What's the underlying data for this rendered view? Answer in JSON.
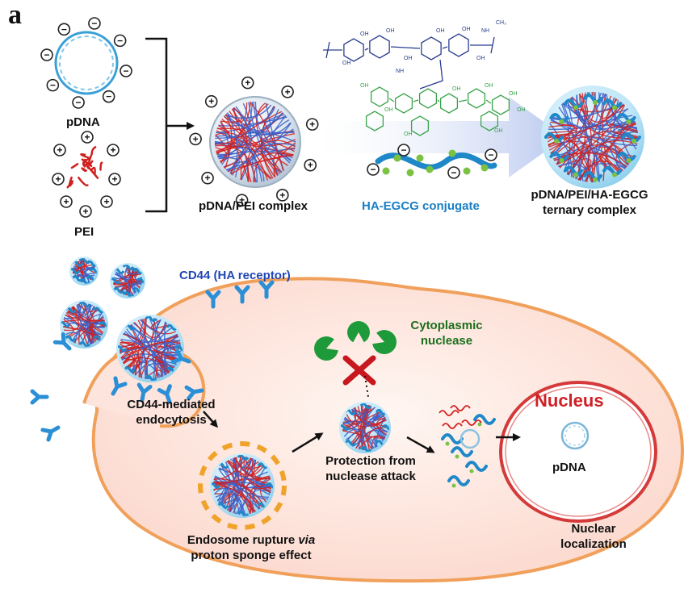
{
  "panel_letter": "a",
  "labels": {
    "pdna": "pDNA",
    "pei": "PEI",
    "complex": "pDNA/PEI  complex",
    "haegcg": "HA-EGCG  conjugate",
    "ternary_line1": "pDNA/PEI/HA-EGCG",
    "ternary_line2": "ternary complex",
    "cd44_receptor": "CD44 (HA receptor)",
    "nuclease_line1": "Cytoplasmic",
    "nuclease_line2": "nuclease",
    "endocytosis_line1": "CD44-mediated",
    "endocytosis_line2": "endocytosis",
    "rupture_line1_a": "Endosome rupture ",
    "rupture_line1_b": "via",
    "rupture_line2": "proton sponge effect",
    "protection_line1": "Protection from",
    "protection_line2": "nuclease attack",
    "nucleus": "Nucleus",
    "pdna_nucleus": "pDNA",
    "nuclear_line1": "Nuclear",
    "nuclear_line2": "localization",
    "charge_minus": "−",
    "charge_plus": "+",
    "chem_oh": "OH",
    "chem_nh": "NH",
    "chem_ch3": "CH₃"
  },
  "colors": {
    "pdna_strand": "#3aa0d6",
    "pei_strand": "#d11f1f",
    "complex_shell": "#c9d7e4",
    "ha_strand": "#1e88c9",
    "egcg_dot": "#7cc242",
    "ha_structure": "#2a3d8f",
    "egcg_structure": "#3aa34a",
    "cell_membrane": "#f0a05a",
    "cell_fill": "#fde4dc",
    "nucleus_ring": "#d43a3a",
    "cd44_receptor": "#2a8fd6",
    "nuclease": "#1f9a3a",
    "block_cross": "#c8181f",
    "endosome_dash": "#f0a32a",
    "text_cd44": "#2146b5",
    "text_nuclease": "#1d6e1d",
    "text_nucleus": "#d01f25",
    "text_haegcg": "#1a7fc4"
  },
  "icons": [
    "minus-charge-icon",
    "plus-charge-icon",
    "arrow-icon",
    "y-receptor-icon",
    "nuclease-pacman-icon",
    "block-cross-icon"
  ]
}
